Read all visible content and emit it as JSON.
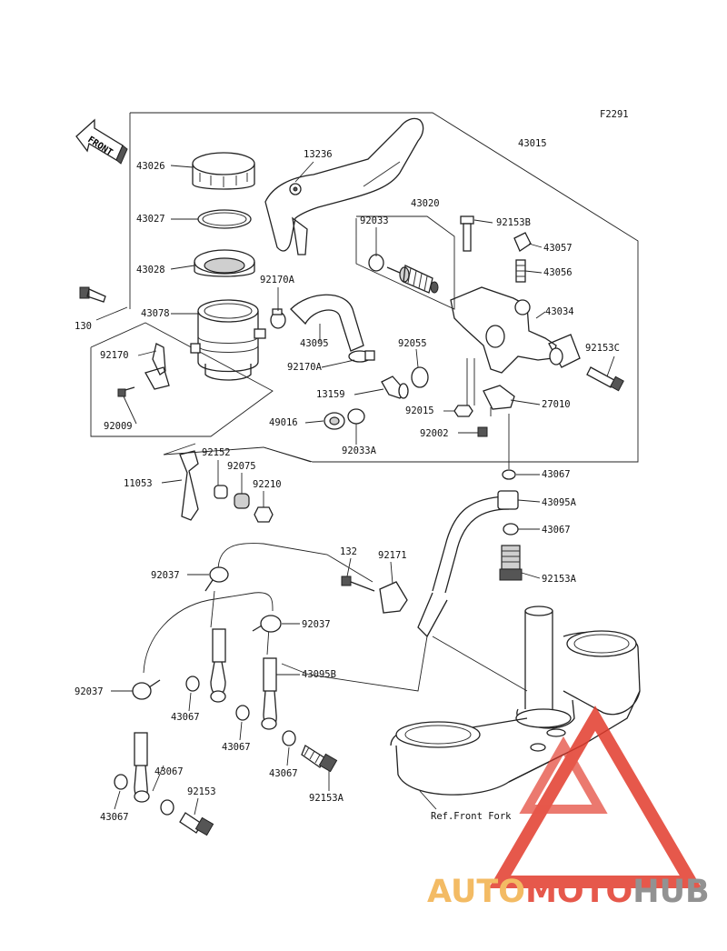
{
  "diagram_code": "F2291",
  "front_label": "FRONT",
  "ref_label": "Ref.Front Fork",
  "watermark": {
    "auto": "AUTO",
    "moto": "MOTO",
    "hub": "HUB",
    "color_orange": "#f2b04a",
    "color_red": "#e23b2c",
    "color_grey": "#808080"
  },
  "labels": {
    "p43015": "43015",
    "p43026": "43026",
    "p13236": "13236",
    "p43027": "43027",
    "p43028": "43028",
    "p92033": "92033",
    "p43020": "43020",
    "p92153B": "92153B",
    "p43057": "43057",
    "p43056": "43056",
    "p92170A": "92170A",
    "p130": "130",
    "p43078": "43078",
    "p43095": "43095",
    "p43034": "43034",
    "p92055": "92055",
    "p92153C": "92153C",
    "p92170": "92170",
    "p92170A_2": "92170A",
    "p13159": "13159",
    "p92015": "92015",
    "p27010": "27010",
    "p92009": "92009",
    "p49016": "49016",
    "p92002": "92002",
    "p92033A": "92033A",
    "p92152": "92152",
    "p43067_a": "43067",
    "p92075": "92075",
    "p11053": "11053",
    "p92210": "92210",
    "p43095A": "43095A",
    "p43067_b": "43067",
    "p132": "132",
    "p92171": "92171",
    "p92037_a": "92037",
    "p92153A": "92153A",
    "p92037_b": "92037",
    "p43095B": "43095B",
    "p92037_c": "92037",
    "p43067_c": "43067",
    "p43067_d": "43067",
    "p43067_e": "43067",
    "p43067_f": "43067",
    "p92153": "92153",
    "p43067_g": "43067",
    "p92153A_2": "92153A"
  }
}
